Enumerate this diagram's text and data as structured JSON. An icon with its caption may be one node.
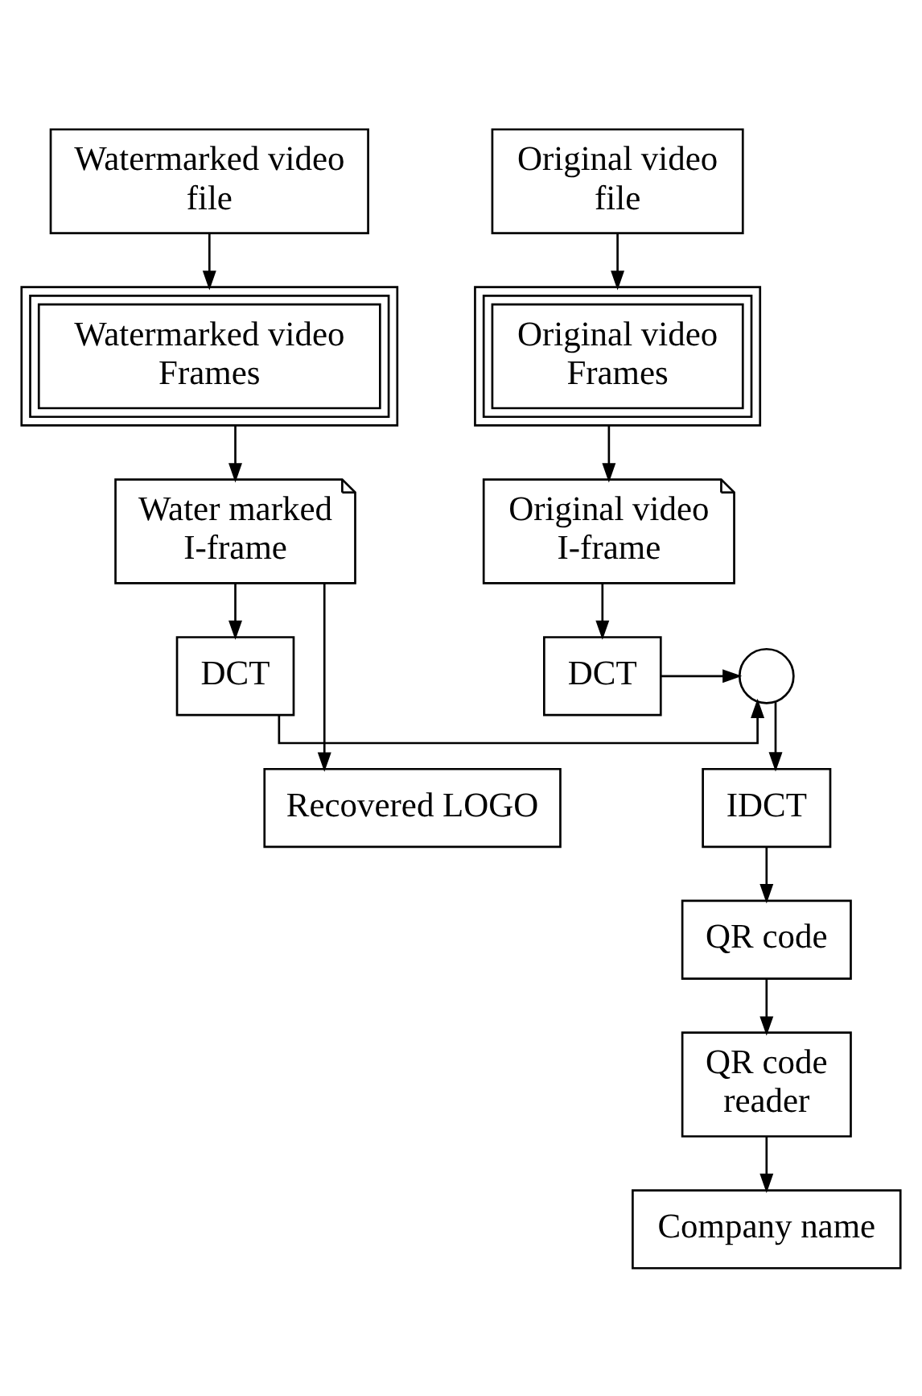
{
  "diagram": {
    "nodes": [
      {
        "text": [
          "Watermarked video file"
        ]
      },
      {
        "text": [
          "Original video file"
        ]
      },
      {
        "text": [
          "Watermarked video Frames"
        ]
      },
      {
        "text": [
          "Original video Frames"
        ]
      },
      {
        "text": [
          "Water marked I-frame"
        ]
      },
      {
        "text": [
          "Original video I-frame"
        ]
      },
      {
        "text": [
          "DCT"
        ]
      },
      {
        "text": [],
        "shape": "circle"
      },
      {
        "text": [
          "DCT"
        ]
      },
      {
        "text": [
          "Recovered LOGO"
        ]
      },
      {
        "text": [
          "IDCT"
        ]
      },
      {
        "text": [
          "QR code"
        ]
      },
      {
        "text": [
          "QR code reader"
        ]
      },
      {
        "text": [
          "Company name"
        ]
      }
    ],
    "edges": [
      {
        "from": 0,
        "to": 2,
        "arrow": "to"
      },
      {
        "from": 1,
        "to": 3,
        "arrow": "to"
      },
      {
        "from": 2,
        "to": 4,
        "arrow": "to"
      },
      {
        "from": 3,
        "to": 5,
        "arrow": "to"
      },
      {
        "from": 4,
        "to": 6,
        "arrow": "to"
      },
      {
        "from": 5,
        "to": 8,
        "arrow": "to"
      },
      {
        "from": 6,
        "to": 7,
        "arrow": "to"
      },
      {
        "from": 8,
        "to": 7,
        "arrow": "to"
      },
      {
        "from": 4,
        "to": 9,
        "arrow": "to"
      },
      {
        "from": 7,
        "to": 10,
        "arrow": "to"
      },
      {
        "from": 10,
        "to": 11,
        "arrow": "to"
      },
      {
        "from": 11,
        "to": 12,
        "arrow": "to"
      },
      {
        "from": 12,
        "to": 13,
        "arrow": "to"
      }
    ]
  }
}
